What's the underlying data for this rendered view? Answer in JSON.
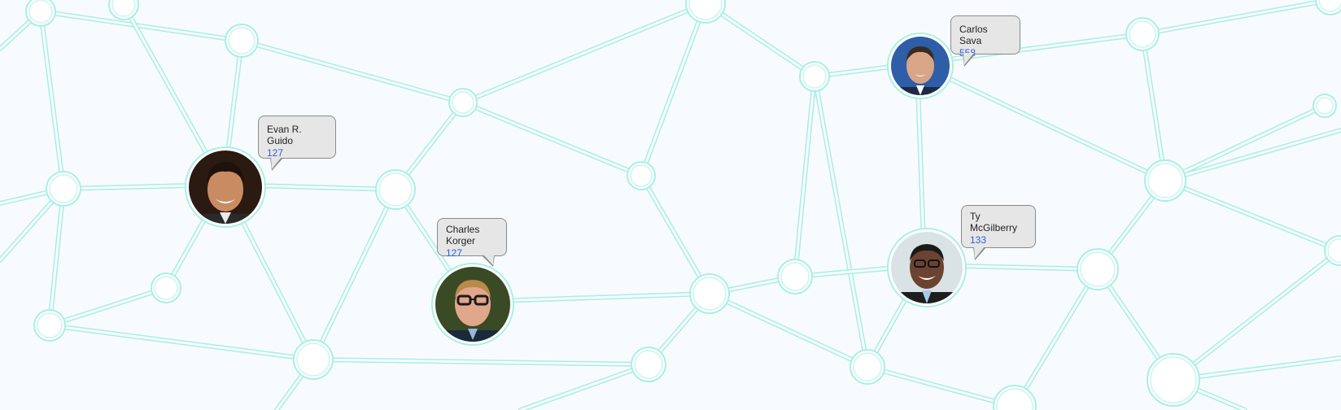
{
  "people": [
    {
      "id": "evan",
      "name": "Evan R. Guido",
      "score": "127",
      "photo": "man-smiling-dark-hair-photo"
    },
    {
      "id": "charles",
      "name": "Charles Korger",
      "score": "127",
      "photo": "man-glasses-photo"
    },
    {
      "id": "carlos",
      "name": "Carlos Sava",
      "score": "558",
      "photo": "man-blue-background-photo"
    },
    {
      "id": "ty",
      "name": "Ty McGilberry",
      "score": "133",
      "photo": "man-smiling-glasses-photo"
    }
  ],
  "colors": {
    "background": "#f8fbfd",
    "network_line": "#a8efe4",
    "bubble_fill": "#e6e6e6",
    "bubble_border": "#8a8a8a",
    "score_text": "#2d5fd6"
  }
}
